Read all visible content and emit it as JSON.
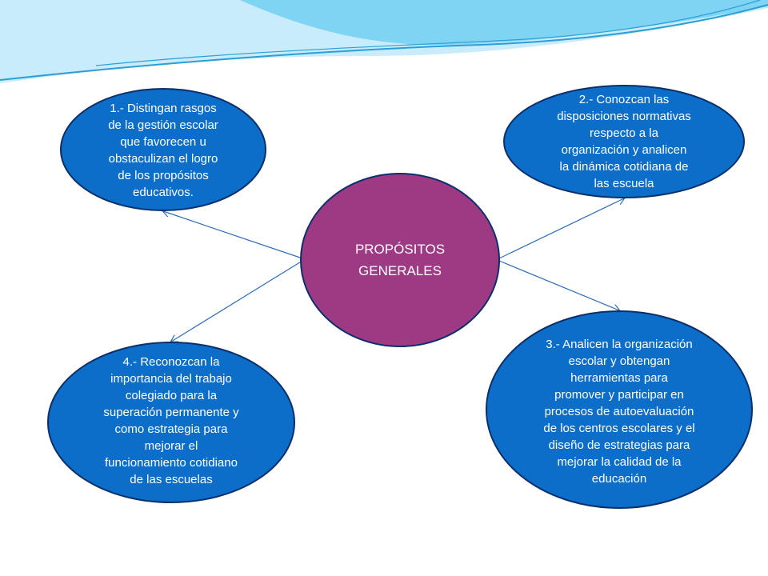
{
  "colors": {
    "background": "#ffffff",
    "wave_light": "#c8ecfb",
    "wave_mid": "#7fd3f3",
    "wave_dark": "#2a9fd6",
    "center_fill": "#9e3a84",
    "node_fill": "#0c6ec8",
    "node_stroke": "#0b2f6b",
    "connector": "#2f6db5",
    "text": "#ffffff"
  },
  "icons": {
    "decoration": "sky-wave-band"
  },
  "center": {
    "label": "PROPÓSITOS\nGENERALES"
  },
  "purposes": [
    {
      "number": "1",
      "text": "1.- Distingan rasgos\nde la gestión escolar\nque favorecen u\nobstaculizan el logro\nde los propósitos\neducativos."
    },
    {
      "number": "2",
      "text": "2.- Conozcan las\ndisposiciones normativas\nrespecto a la\norganización y analicen\nla dinámica cotidiana de\nlas escuela"
    },
    {
      "number": "3",
      "text": "3.- Analicen la organización\nescolar y obtengan\nherramientas para\npromover y participar en\nprocesos de autoevaluación\nde los centros escolares y el\ndiseño de estrategias para\nmejorar la calidad de la\neducación"
    },
    {
      "number": "4",
      "text": "4.- Reconozcan la\nimportancia del trabajo\ncolegiado para la\nsuperación permanente y\ncomo estrategia para\nmejorar el\nfuncionamiento cotidiano\nde las escuelas"
    }
  ]
}
